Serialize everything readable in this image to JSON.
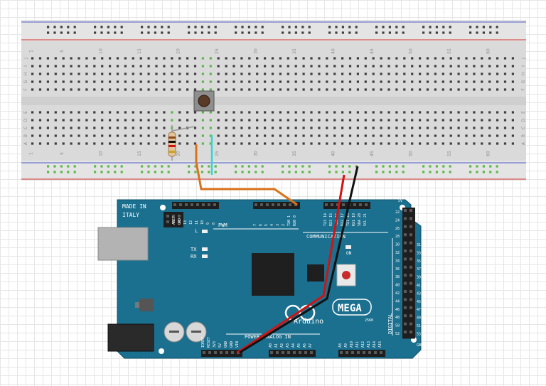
{
  "breadboard": {
    "col_numbers": [
      "1",
      "5",
      "10",
      "15",
      "20",
      "25",
      "30",
      "35",
      "40",
      "45",
      "50",
      "55",
      "60"
    ],
    "row_letters_top": [
      "J",
      "I",
      "H",
      "G",
      "F"
    ],
    "row_letters_bottom": [
      "E",
      "D",
      "C",
      "B",
      "A"
    ]
  },
  "arduino": {
    "made_in": "MADE IN",
    "italy": "ITALY",
    "brand": "Arduino",
    "model": "MEGA",
    "chip": "2560",
    "pwm": "PWM",
    "communication": "COMMUNICATION",
    "digital": "DIGITAL",
    "power": "POWER",
    "analog_in": "ANALOG IN",
    "on": "ON",
    "l": "L",
    "tx": "TX",
    "rx": "RX",
    "pin_5v": "5V",
    "pin_gnd": "GND",
    "top_pins_left": [
      "AREF",
      "GND",
      "13",
      "12",
      "11",
      "10",
      "9",
      "8"
    ],
    "top_pins_mid": [
      "7",
      "6",
      "5",
      "4",
      "3",
      "2",
      "TX0 1",
      "RX0 0"
    ],
    "top_pins_comm": [
      "TX3 14",
      "RX3 15",
      "TX2 16",
      "RX2 17",
      "TX1 18",
      "RX1 19",
      "SDA 20",
      "SCL 21"
    ],
    "right_pins_even": [
      "22",
      "24",
      "26",
      "28",
      "30",
      "32",
      "34",
      "36",
      "38",
      "40",
      "42",
      "44",
      "46",
      "48",
      "50",
      "52"
    ],
    "right_pins_odd": [
      "31",
      "33",
      "35",
      "37",
      "39",
      "41",
      "43",
      "45",
      "47",
      "49",
      "51",
      "53"
    ],
    "power_pins": [
      "IOREF",
      "RESET",
      "3V3",
      "5V",
      "GND",
      "GND",
      "VIN"
    ],
    "analog_pins_a": [
      "A0",
      "A1",
      "A2",
      "A3",
      "A4",
      "A5",
      "A6",
      "A7"
    ],
    "analog_pins_b": [
      "A8",
      "A9",
      "A10",
      "A11",
      "A12",
      "A13",
      "A14",
      "A15"
    ]
  },
  "colors": {
    "board": "#1b6f8f",
    "wire_orange": "#d9731a",
    "wire_red": "#d11313",
    "wire_black": "#111111",
    "wire_cyan": "#35d4d4",
    "rail_red": "#d53030",
    "rail_blue": "#4b57c7",
    "connected_hole": "#58b947"
  }
}
